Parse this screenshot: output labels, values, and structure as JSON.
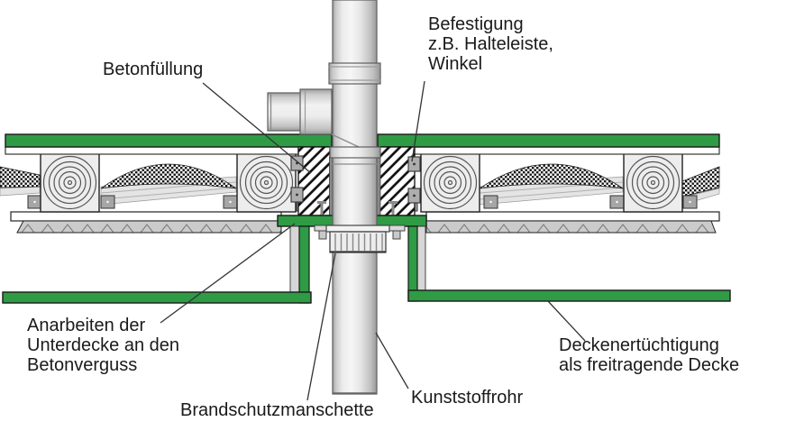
{
  "diagram": {
    "type": "technical-section-fire-protection-pipe-penetration",
    "labels": {
      "betonfuellung": "Betonfüllung",
      "befestigung": "Befestigung\nz.B. Halteleiste,\nWinkel",
      "anarbeiten": "Anarbeiten der\nUnterdecke an den\nBetonverguss",
      "brandschutzmanschette": "Brandschutzmanschette",
      "kunststoffrohr": "Kunststoffrohr",
      "deckenertuechtigung": "Deckenertüchtigung\nals freitragende Decke"
    },
    "colors": {
      "board-green": "#2f9b45",
      "pipe-gray": "#d9d9d9",
      "outline": "#1a1a1a",
      "label-text": "#1a1a1a"
    }
  }
}
